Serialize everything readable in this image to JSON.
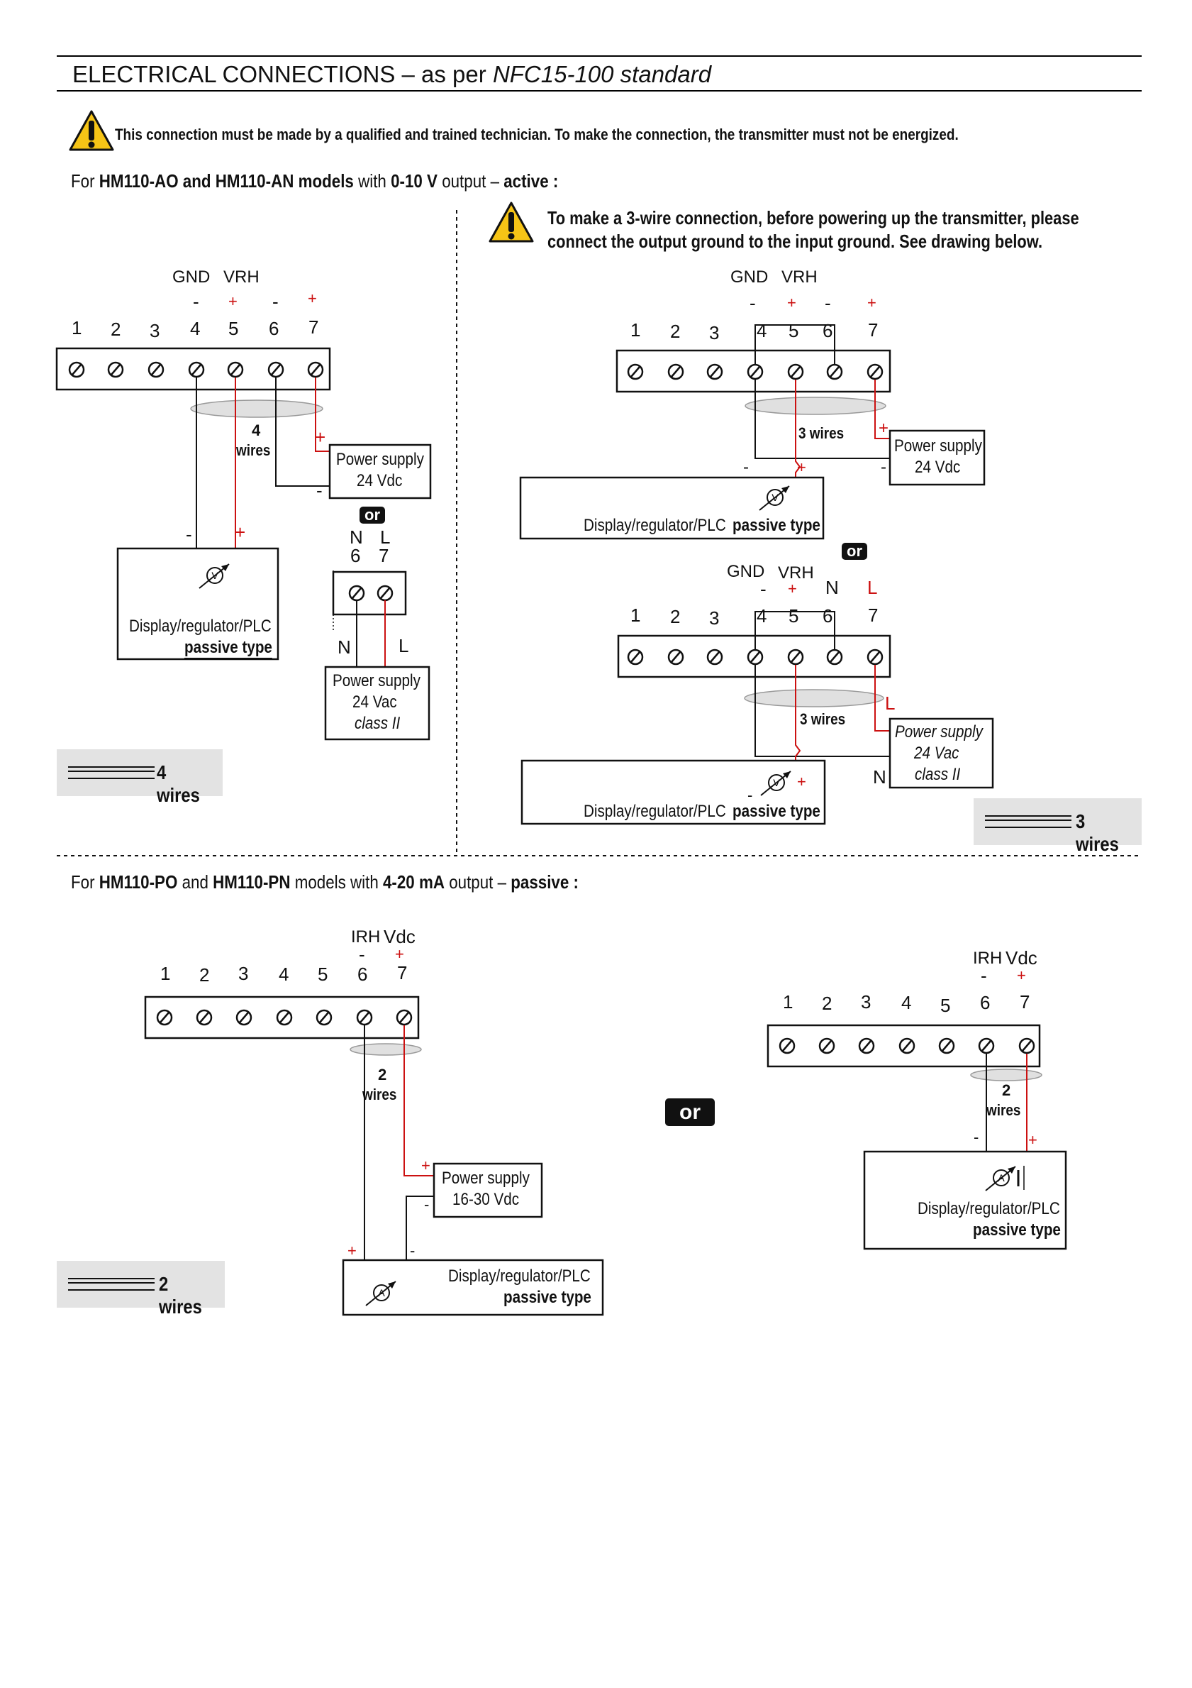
{
  "header": {
    "title_main": "ELECTRICAL CONNECTIONS – as per",
    "title_std": "NFC15-100 standard"
  },
  "warning_text": "This connection must be made by a qualified and trained technician. To make the connection, the transmitter must not be energized.",
  "section1": {
    "intro_for": "For",
    "intro_models": "HM110-AO and HM110-AN models",
    "intro_with": "with",
    "intro_output": "0-10 V",
    "intro_output_word": "output –",
    "intro_type": "active",
    "intro_colon": ":",
    "warning3_line1": "To make a 3-wire connection, before powering up the transmitter, please",
    "warning3_line2": "connect the output ground to the input ground. See drawing below.",
    "gnd": "GND",
    "vrh": "VRH",
    "terminals": [
      "1",
      "2",
      "3",
      "4",
      "5",
      "6",
      "7"
    ],
    "wires4_num": "4",
    "wires_word": "wires",
    "wires3_label": "3 wires",
    "power_supply": "Power supply",
    "v24dc": "24 Vdc",
    "v24ac": "24 Vac",
    "class2": "class II",
    "display": "Display/regulator/PLC",
    "passive_type": "passive type",
    "or": "or",
    "n": "N",
    "l": "L",
    "minus": "-",
    "plus": "+",
    "tag4": "4 wires",
    "tag3": "3 wires"
  },
  "section2": {
    "intro_for": "For",
    "intro_m1": "HM110-PO",
    "intro_and": "and",
    "intro_m2": "HM110-PN",
    "intro_models": "models with",
    "intro_output": "4-20 mA",
    "intro_output_word": "output –",
    "intro_type": "passive",
    "intro_colon": ":",
    "irh": "IRH",
    "vdc": "Vdc",
    "wires2_num": "2",
    "power_range": "16-30 Vdc",
    "or": "or",
    "tag2": "2 wires"
  },
  "colors": {
    "wire_red": "#cc1111",
    "warning_yellow": "#f6c416",
    "tag_grey": "#e3e3e3"
  }
}
